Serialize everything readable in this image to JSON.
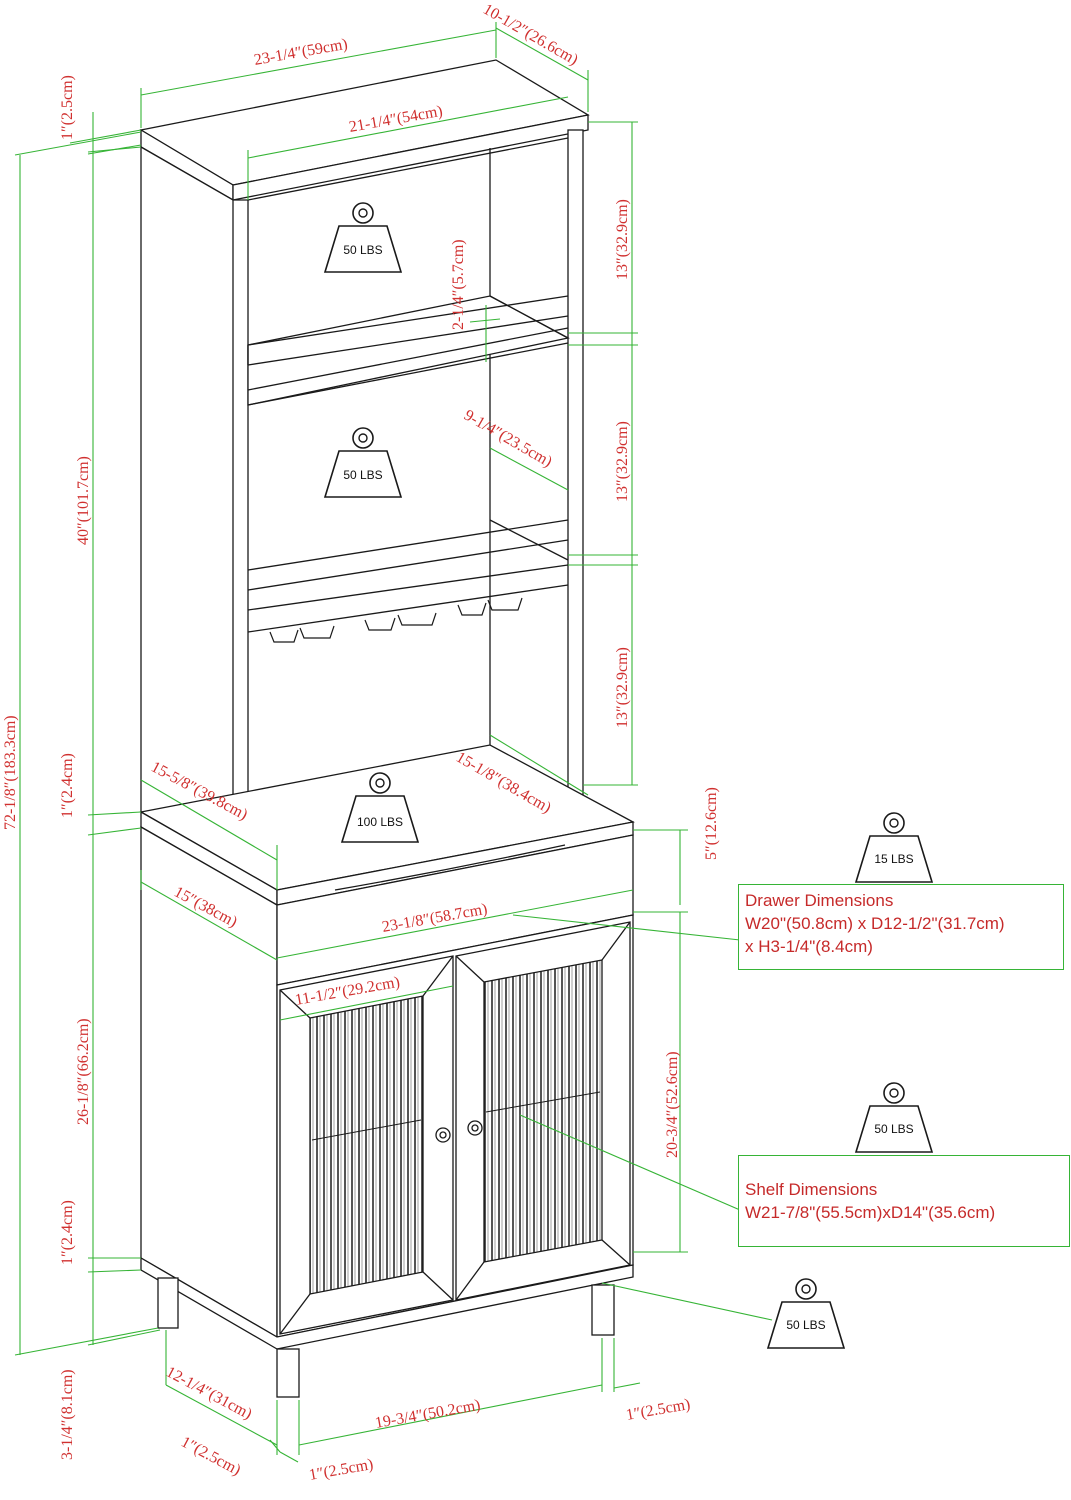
{
  "colors": {
    "dimension_line": "#36b436",
    "dimension_text": "#d0302f",
    "furniture": "#1a1a1a"
  },
  "dimensions": {
    "top_width": "23-1/4″(59cm)",
    "top_depth": "10-1/2″(26.6cm)",
    "top_thickness": "1″(2.5cm)",
    "inner_width": "21-1/4″(54cm)",
    "shelf1_height": "13″(32.9cm)",
    "shelf2_height": "13″(32.9cm)",
    "shelf3_height": "13″(32.9cm)",
    "shelf_lip": "2-1/4″(5.7cm)",
    "shelf_depth": "9-1/4″(23.5cm)",
    "hutch_height": "40″(101.7cm)",
    "total_height": "72-1/8″(183.3cm)",
    "counter_thickness": "1″(2.4cm)",
    "counter_side_depth": "15-5/8″(39.8cm)",
    "counter_inner_depth": "15-1/8″(38.4cm)",
    "drawer_height": "5″(12.6cm)",
    "cabinet_depth": "15″(38cm)",
    "cabinet_width": "23-1/8″(58.7cm)",
    "door_width": "11-1/2″(29.2cm)",
    "cabinet_height": "26-1/8″(66.2cm)",
    "door_height": "20-3/4″(52.6cm)",
    "base_thickness": "1″(2.4cm)",
    "leg_height": "3-1/4″(8.1cm)",
    "leg_depth_span": "12-1/4″(31cm)",
    "leg_width_span": "19-3/4″(50.2cm)",
    "leg_size_right": "1″(2.5cm)",
    "leg_size_front": "1″(2.5cm)",
    "leg_size_side": "1″(2.5cm)"
  },
  "weights": {
    "upper_shelf": "50 LBS",
    "middle_shelf": "50 LBS",
    "counter": "100 LBS",
    "drawer": "15 LBS",
    "cabinet_shelf": "50 LBS",
    "base": "50 LBS"
  },
  "drawer_info": {
    "title": "Drawer Dimensions",
    "line1": "W20\"(50.8cm) x D12-1/2\"(31.7cm)",
    "line2": "x H3-1/4\"(8.4cm)"
  },
  "shelf_info": {
    "title": "Shelf Dimensions",
    "line1": "W21-7/8\"(55.5cm)xD14\"(35.6cm)"
  }
}
